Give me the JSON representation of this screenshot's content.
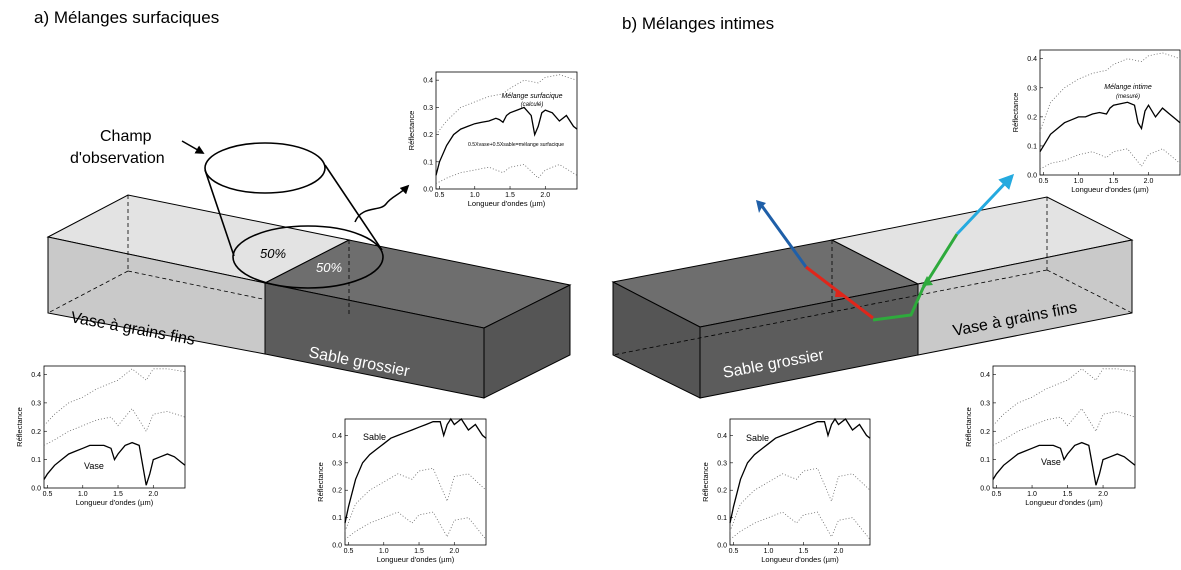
{
  "titles": {
    "a": "a) Mélanges surfaciques",
    "b": "b) Mélanges intimes"
  },
  "panel_a": {
    "field_label_1": "Champ",
    "field_label_2": "d'observation",
    "pct_left": "50%",
    "pct_right": "50%",
    "block_left": "Vase  à grains fins",
    "block_right": "Sable grossier"
  },
  "panel_b": {
    "block_left": "Sable grossier",
    "block_right": "Vase  à grains fins"
  },
  "colors": {
    "light_block": "#c9c9c9",
    "light_block_top": "#e3e3e3",
    "dark_block": "#5c5c5c",
    "dark_block_top": "#6e6e6e",
    "ray_blue": "#1f5fa8",
    "ray_red": "#e0261b",
    "ray_green": "#2eaa3c",
    "ray_cyan": "#25aadf"
  },
  "plot_text": {
    "ylabel": "Réflectance",
    "xlabel": "Longueur d'ondes (µm)"
  },
  "annotations": {
    "mix_surface_title": "Mélange surfacique",
    "mix_surface_sub": "(calculé)",
    "mix_surface_formula": "0.5Xvase+0.5Xsable=mélange surfacique",
    "mix_intimate_title": "Mélange intime",
    "mix_intimate_sub": "(mesuré)",
    "sand": "Sable",
    "mud": "Vase"
  },
  "chart_data": [
    {
      "id": "mix-surface",
      "type": "line",
      "xlabel": "Longueur d'ondes (µm)",
      "ylabel": "Réflectance",
      "xlim": [
        0.45,
        2.45
      ],
      "ylim": [
        0,
        0.43
      ],
      "xticks": [
        "0.5",
        "1.0",
        "1.5",
        "2.0"
      ],
      "yticks": [
        "0.0",
        "0.1",
        "0.2",
        "0.3",
        "0.4"
      ],
      "series": [
        {
          "style": "solid",
          "x": [
            0.45,
            0.5,
            0.6,
            0.7,
            0.8,
            0.9,
            1.0,
            1.1,
            1.2,
            1.3,
            1.35,
            1.4,
            1.45,
            1.5,
            1.6,
            1.7,
            1.8,
            1.85,
            1.9,
            1.95,
            2.0,
            2.1,
            2.2,
            2.3,
            2.4,
            2.45
          ],
          "y": [
            0.05,
            0.1,
            0.16,
            0.2,
            0.22,
            0.23,
            0.24,
            0.245,
            0.25,
            0.26,
            0.255,
            0.245,
            0.27,
            0.28,
            0.29,
            0.3,
            0.27,
            0.2,
            0.23,
            0.28,
            0.29,
            0.28,
            0.25,
            0.27,
            0.23,
            0.22
          ]
        },
        {
          "style": "dotted",
          "x": [
            0.45,
            0.6,
            0.8,
            1.0,
            1.2,
            1.4,
            1.5,
            1.7,
            1.9,
            2.0,
            2.2,
            2.45
          ],
          "y": [
            0.2,
            0.25,
            0.3,
            0.32,
            0.34,
            0.35,
            0.37,
            0.4,
            0.39,
            0.41,
            0.42,
            0.4
          ]
        },
        {
          "style": "dotted",
          "x": [
            0.45,
            0.6,
            0.8,
            1.0,
            1.2,
            1.4,
            1.5,
            1.7,
            1.9,
            2.0,
            2.2,
            2.45
          ],
          "y": [
            0.02,
            0.04,
            0.06,
            0.07,
            0.08,
            0.06,
            0.08,
            0.09,
            0.04,
            0.07,
            0.09,
            0.05
          ]
        }
      ]
    },
    {
      "id": "mix-intimate",
      "type": "line",
      "xlabel": "Longueur d'ondes (µm)",
      "ylabel": "Réflectance",
      "xlim": [
        0.45,
        2.45
      ],
      "ylim": [
        0,
        0.43
      ],
      "xticks": [
        "0.5",
        "1.0",
        "1.5",
        "2.0"
      ],
      "yticks": [
        "0.0",
        "0.1",
        "0.2",
        "0.3",
        "0.4"
      ],
      "series": [
        {
          "style": "solid",
          "x": [
            0.45,
            0.5,
            0.6,
            0.7,
            0.8,
            0.9,
            1.0,
            1.1,
            1.2,
            1.3,
            1.4,
            1.45,
            1.5,
            1.6,
            1.7,
            1.8,
            1.85,
            1.9,
            1.95,
            2.0,
            2.1,
            2.2,
            2.3,
            2.4,
            2.45
          ],
          "y": [
            0.08,
            0.1,
            0.14,
            0.16,
            0.18,
            0.19,
            0.2,
            0.2,
            0.21,
            0.215,
            0.21,
            0.23,
            0.24,
            0.245,
            0.25,
            0.24,
            0.18,
            0.16,
            0.22,
            0.24,
            0.2,
            0.23,
            0.21,
            0.19,
            0.18
          ]
        },
        {
          "style": "dotted",
          "x": [
            0.45,
            0.6,
            0.8,
            1.0,
            1.2,
            1.4,
            1.5,
            1.7,
            1.9,
            2.0,
            2.2,
            2.45
          ],
          "y": [
            0.15,
            0.25,
            0.3,
            0.33,
            0.35,
            0.36,
            0.38,
            0.4,
            0.39,
            0.41,
            0.42,
            0.4
          ]
        },
        {
          "style": "dotted",
          "x": [
            0.45,
            0.6,
            0.8,
            1.0,
            1.2,
            1.4,
            1.5,
            1.7,
            1.9,
            2.0,
            2.2,
            2.45
          ],
          "y": [
            0.02,
            0.04,
            0.05,
            0.07,
            0.08,
            0.06,
            0.08,
            0.09,
            0.03,
            0.07,
            0.09,
            0.04
          ]
        }
      ]
    },
    {
      "id": "mud-left",
      "type": "line",
      "xlabel": "Longueur d'ondes (µm)",
      "ylabel": "Réflectance",
      "xlim": [
        0.45,
        2.45
      ],
      "ylim": [
        0,
        0.43
      ],
      "xticks": [
        "0.5",
        "1.0",
        "1.5",
        "2.0"
      ],
      "yticks": [
        "0.0",
        "0.1",
        "0.2",
        "0.3",
        "0.4"
      ],
      "series": [
        {
          "name": "Vase",
          "style": "solid",
          "x": [
            0.45,
            0.5,
            0.6,
            0.7,
            0.8,
            0.9,
            1.0,
            1.1,
            1.2,
            1.3,
            1.4,
            1.45,
            1.5,
            1.6,
            1.7,
            1.8,
            1.85,
            1.9,
            1.95,
            2.0,
            2.1,
            2.2,
            2.3,
            2.4,
            2.45
          ],
          "y": [
            0.03,
            0.05,
            0.08,
            0.1,
            0.12,
            0.13,
            0.14,
            0.15,
            0.15,
            0.15,
            0.14,
            0.1,
            0.12,
            0.15,
            0.16,
            0.15,
            0.08,
            0.01,
            0.05,
            0.1,
            0.11,
            0.12,
            0.11,
            0.09,
            0.08
          ]
        },
        {
          "style": "dotted",
          "x": [
            0.45,
            0.6,
            0.8,
            1.0,
            1.2,
            1.4,
            1.5,
            1.7,
            1.9,
            2.0,
            2.2,
            2.45
          ],
          "y": [
            0.22,
            0.26,
            0.3,
            0.32,
            0.35,
            0.37,
            0.38,
            0.42,
            0.38,
            0.42,
            0.42,
            0.41
          ]
        },
        {
          "style": "dotted",
          "x": [
            0.45,
            0.6,
            0.8,
            1.0,
            1.2,
            1.4,
            1.5,
            1.7,
            1.9,
            2.0,
            2.2,
            2.45
          ],
          "y": [
            0.15,
            0.17,
            0.2,
            0.22,
            0.24,
            0.25,
            0.22,
            0.28,
            0.2,
            0.26,
            0.27,
            0.25
          ]
        }
      ]
    },
    {
      "id": "sand-center",
      "type": "line",
      "xlabel": "Longueur d'ondes (µm)",
      "ylabel": "Réflectance",
      "xlim": [
        0.45,
        2.45
      ],
      "ylim": [
        0,
        0.46
      ],
      "xticks": [
        "0.5",
        "1.0",
        "1.5",
        "2.0"
      ],
      "yticks": [
        "0.0",
        "0.1",
        "0.2",
        "0.3",
        "0.4"
      ],
      "series": [
        {
          "name": "Sable",
          "style": "solid",
          "x": [
            0.45,
            0.5,
            0.6,
            0.7,
            0.8,
            0.9,
            1.0,
            1.1,
            1.2,
            1.3,
            1.4,
            1.5,
            1.6,
            1.7,
            1.8,
            1.85,
            1.9,
            1.95,
            2.0,
            2.1,
            2.2,
            2.3,
            2.4,
            2.45
          ],
          "y": [
            0.08,
            0.14,
            0.24,
            0.3,
            0.33,
            0.35,
            0.37,
            0.39,
            0.4,
            0.41,
            0.42,
            0.43,
            0.44,
            0.45,
            0.45,
            0.4,
            0.44,
            0.46,
            0.44,
            0.46,
            0.42,
            0.44,
            0.4,
            0.39
          ]
        },
        {
          "style": "dotted",
          "x": [
            0.45,
            0.6,
            0.8,
            1.0,
            1.2,
            1.4,
            1.5,
            1.7,
            1.9,
            2.0,
            2.2,
            2.45
          ],
          "y": [
            0.05,
            0.15,
            0.2,
            0.23,
            0.26,
            0.24,
            0.27,
            0.28,
            0.16,
            0.25,
            0.26,
            0.2
          ]
        },
        {
          "style": "dotted",
          "x": [
            0.45,
            0.6,
            0.8,
            1.0,
            1.2,
            1.4,
            1.5,
            1.7,
            1.9,
            2.0,
            2.2,
            2.45
          ],
          "y": [
            0.02,
            0.05,
            0.08,
            0.1,
            0.12,
            0.08,
            0.11,
            0.12,
            0.03,
            0.09,
            0.1,
            0.02
          ]
        }
      ]
    },
    {
      "id": "sand-right",
      "type": "line",
      "xlabel": "Longueur d'ondes (µm)",
      "ylabel": "Réflectance",
      "xlim": [
        0.45,
        2.45
      ],
      "ylim": [
        0,
        0.46
      ],
      "xticks": [
        "0.5",
        "1.0",
        "1.5",
        "2.0"
      ],
      "yticks": [
        "0.0",
        "0.1",
        "0.2",
        "0.3",
        "0.4"
      ],
      "series": [
        {
          "name": "Sable",
          "style": "solid",
          "x": [
            0.45,
            0.5,
            0.6,
            0.7,
            0.8,
            0.9,
            1.0,
            1.1,
            1.2,
            1.3,
            1.4,
            1.5,
            1.6,
            1.7,
            1.8,
            1.85,
            1.9,
            1.95,
            2.0,
            2.1,
            2.2,
            2.3,
            2.4,
            2.45
          ],
          "y": [
            0.08,
            0.14,
            0.24,
            0.3,
            0.33,
            0.35,
            0.37,
            0.39,
            0.4,
            0.41,
            0.42,
            0.43,
            0.44,
            0.45,
            0.45,
            0.4,
            0.44,
            0.46,
            0.44,
            0.46,
            0.42,
            0.44,
            0.4,
            0.39
          ]
        },
        {
          "style": "dotted",
          "x": [
            0.45,
            0.6,
            0.8,
            1.0,
            1.2,
            1.4,
            1.5,
            1.7,
            1.9,
            2.0,
            2.2,
            2.45
          ],
          "y": [
            0.05,
            0.15,
            0.2,
            0.23,
            0.26,
            0.24,
            0.27,
            0.28,
            0.16,
            0.25,
            0.26,
            0.2
          ]
        },
        {
          "style": "dotted",
          "x": [
            0.45,
            0.6,
            0.8,
            1.0,
            1.2,
            1.4,
            1.5,
            1.7,
            1.9,
            2.0,
            2.2,
            2.45
          ],
          "y": [
            0.02,
            0.05,
            0.08,
            0.1,
            0.12,
            0.08,
            0.11,
            0.12,
            0.03,
            0.09,
            0.1,
            0.02
          ]
        }
      ]
    },
    {
      "id": "mud-right",
      "type": "line",
      "xlabel": "Longueur d'ondes (µm)",
      "ylabel": "Réflectance",
      "xlim": [
        0.45,
        2.45
      ],
      "ylim": [
        0,
        0.43
      ],
      "xticks": [
        "0.5",
        "1.0",
        "1.5",
        "2.0"
      ],
      "yticks": [
        "0.0",
        "0.1",
        "0.2",
        "0.3",
        "0.4"
      ],
      "series": [
        {
          "name": "Vase",
          "style": "solid",
          "x": [
            0.45,
            0.5,
            0.6,
            0.7,
            0.8,
            0.9,
            1.0,
            1.1,
            1.2,
            1.3,
            1.4,
            1.45,
            1.5,
            1.6,
            1.7,
            1.8,
            1.85,
            1.9,
            1.95,
            2.0,
            2.1,
            2.2,
            2.3,
            2.4,
            2.45
          ],
          "y": [
            0.03,
            0.05,
            0.08,
            0.1,
            0.12,
            0.13,
            0.14,
            0.15,
            0.15,
            0.15,
            0.14,
            0.1,
            0.12,
            0.15,
            0.16,
            0.15,
            0.08,
            0.01,
            0.05,
            0.1,
            0.11,
            0.12,
            0.11,
            0.09,
            0.08
          ]
        },
        {
          "style": "dotted",
          "x": [
            0.45,
            0.6,
            0.8,
            1.0,
            1.2,
            1.4,
            1.5,
            1.7,
            1.9,
            2.0,
            2.2,
            2.45
          ],
          "y": [
            0.22,
            0.26,
            0.3,
            0.32,
            0.35,
            0.37,
            0.38,
            0.42,
            0.38,
            0.42,
            0.42,
            0.41
          ]
        },
        {
          "style": "dotted",
          "x": [
            0.45,
            0.6,
            0.8,
            1.0,
            1.2,
            1.4,
            1.5,
            1.7,
            1.9,
            2.0,
            2.2,
            2.45
          ],
          "y": [
            0.15,
            0.17,
            0.2,
            0.22,
            0.24,
            0.25,
            0.22,
            0.28,
            0.2,
            0.26,
            0.27,
            0.25
          ]
        }
      ]
    }
  ]
}
